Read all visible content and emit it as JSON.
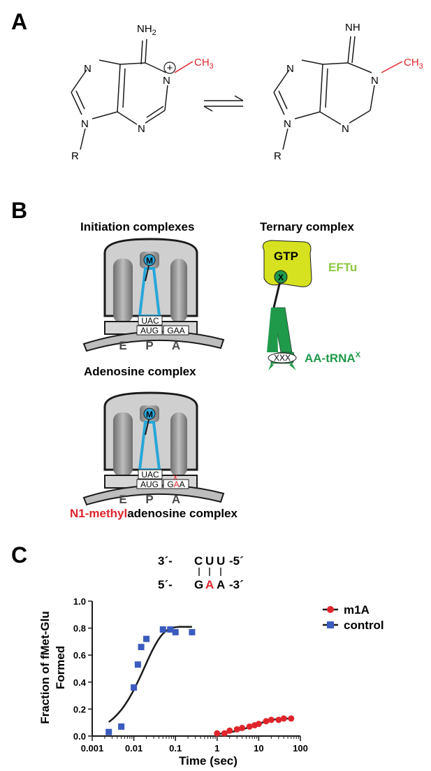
{
  "panels": {
    "a": "A",
    "b": "B",
    "c": "C"
  },
  "structure_left": {
    "nh2": "NH",
    "nh2_sub": "2",
    "ch3": "CH",
    "ch3_sub": "3",
    "n1": "N",
    "n3": "N",
    "n7": "N",
    "n9": "N",
    "r": "R",
    "charge": "+"
  },
  "structure_right": {
    "nh": "NH",
    "ch3": "CH",
    "ch3_sub": "3",
    "n1": "N",
    "n3": "N",
    "n7": "N",
    "n9": "N",
    "r": "R"
  },
  "panel_b": {
    "initiation_title": "Initiation complexes",
    "ternary_title": "Ternary complex",
    "adenosine_title": "Adenosine complex",
    "m1a_title_red": "N1-methyl",
    "m1a_title_rest": "adenosine complex",
    "ribosome1": {
      "m": "M",
      "anticodon": "UAC",
      "codon_p": "AUG",
      "codon_a": "GAA",
      "site_e": "E",
      "site_p": "P",
      "site_a": "A"
    },
    "ribosome2": {
      "m": "M",
      "anticodon": "UAC",
      "codon_p": "AUG",
      "codon_a_g": "G",
      "codon_a_mod": "A",
      "codon_a_end": "A",
      "mark": "x",
      "site_e": "E",
      "site_p": "P",
      "site_a": "A"
    },
    "ternary": {
      "gtp": "GTP",
      "x": "X",
      "eftu": "EFTu",
      "trna": "AA-tRNA",
      "trna_sup": "X",
      "anticodon": "XXX"
    },
    "colors": {
      "blue": "#27a6d9",
      "red": "#e0242b",
      "green": "#1f9a4a",
      "yellow": "#d6e21f",
      "eftu_label": "#8cc63f"
    }
  },
  "panel_c": {
    "duplex_top": [
      "3´-",
      "C",
      "U",
      "U",
      "-5´"
    ],
    "duplex_bottom": [
      "5´-",
      "G",
      "A",
      "A",
      "-3´"
    ],
    "duplex_highlight_color": "#e0242b"
  },
  "chart_data": {
    "type": "scatter",
    "xlabel": "Time (sec)",
    "ylabel": "Fraction of fMet-Glu Formed",
    "ylabel_line1": "Fraction of fMet-Glu",
    "ylabel_line2": "Formed",
    "x_scale": "log",
    "xlim": [
      0.001,
      100
    ],
    "ylim": [
      0,
      1.0
    ],
    "xticks": [
      0.001,
      0.01,
      0.1,
      1,
      10,
      100
    ],
    "xtick_labels": [
      "0.001",
      "0.01",
      "0.1",
      "1",
      "10",
      "100"
    ],
    "yticks": [
      0,
      0.2,
      0.4,
      0.6,
      0.8,
      1.0
    ],
    "ytick_labels": [
      "0.0",
      "0.2",
      "0.4",
      "0.6",
      "0.8",
      "1.0"
    ],
    "grid": false,
    "legend_position": "top-right",
    "series": [
      {
        "name": "m1A",
        "marker": "circle",
        "color": "#e0242b",
        "x": [
          1,
          1.5,
          2,
          3,
          4,
          6,
          8,
          10,
          15,
          20,
          30,
          40,
          60
        ],
        "y": [
          0.02,
          0.02,
          0.04,
          0.05,
          0.06,
          0.07,
          0.08,
          0.09,
          0.11,
          0.12,
          0.12,
          0.13,
          0.13
        ],
        "fit": {
          "model": "1-exp",
          "amplitude": 0.13,
          "rate": 0.12,
          "x_range": [
            1,
            60
          ]
        }
      },
      {
        "name": "control",
        "marker": "square",
        "color": "#3a5bbf",
        "x": [
          0.0025,
          0.005,
          0.01,
          0.0125,
          0.015,
          0.02,
          0.05,
          0.075,
          0.1,
          0.25
        ],
        "y": [
          0.03,
          0.07,
          0.36,
          0.53,
          0.66,
          0.72,
          0.79,
          0.79,
          0.77,
          0.77
        ],
        "fit": {
          "model": "1-exp",
          "amplitude": 0.81,
          "rate": 55,
          "x_range": [
            0.0025,
            0.25
          ]
        }
      }
    ]
  }
}
